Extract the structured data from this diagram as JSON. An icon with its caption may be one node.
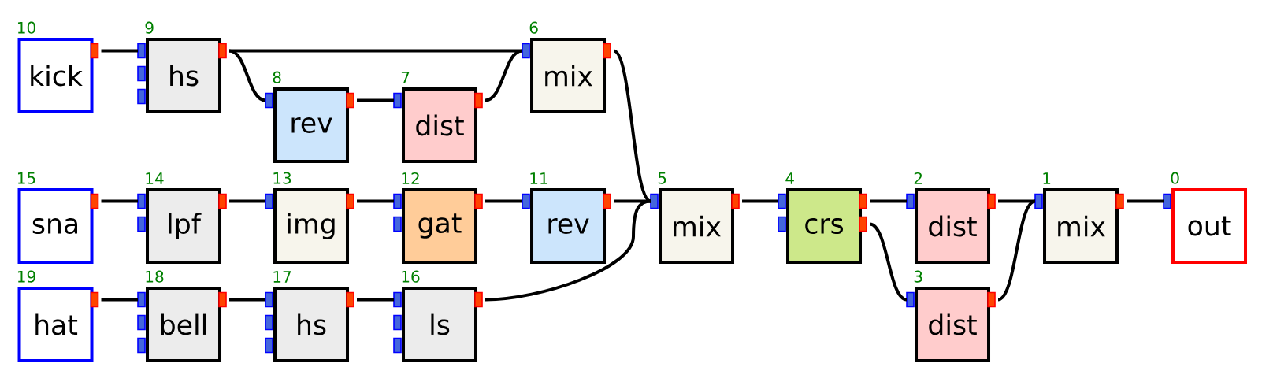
{
  "diagram": {
    "nodes": [
      {
        "text": [
          "out"
        ],
        "beside": [
          "0"
        ]
      },
      {
        "text": [
          "mix"
        ],
        "beside": [
          "1"
        ]
      },
      {
        "text": [
          "dist"
        ],
        "beside": [
          "2"
        ]
      },
      {
        "text": [
          "dist"
        ],
        "beside": [
          "3"
        ]
      },
      {
        "text": [
          "crs"
        ],
        "beside": [
          "4"
        ]
      },
      {
        "text": [
          "mix"
        ],
        "beside": [
          "5"
        ]
      },
      {
        "text": [
          "mix"
        ],
        "beside": [
          "6"
        ]
      },
      {
        "text": [
          "dist"
        ],
        "beside": [
          "7"
        ]
      },
      {
        "text": [
          "rev"
        ],
        "beside": [
          "8"
        ]
      },
      {
        "text": [
          "hs"
        ],
        "beside": [
          "9"
        ]
      },
      {
        "text": [
          "kick"
        ],
        "beside": [
          "10"
        ]
      },
      {
        "text": [
          "rev"
        ],
        "beside": [
          "11"
        ]
      },
      {
        "text": [
          "gat"
        ],
        "beside": [
          "12"
        ]
      },
      {
        "text": [
          "img"
        ],
        "beside": [
          "13"
        ]
      },
      {
        "text": [
          "lpf"
        ],
        "beside": [
          "14"
        ]
      },
      {
        "text": [
          "sna"
        ],
        "beside": [
          "15"
        ]
      },
      {
        "text": [
          "ls"
        ],
        "beside": [
          "16"
        ]
      },
      {
        "text": [
          "hs"
        ],
        "beside": [
          "17"
        ]
      },
      {
        "text": [
          "bell"
        ],
        "beside": [
          "18"
        ]
      },
      {
        "text": [
          "hat"
        ],
        "beside": [
          "19"
        ]
      }
    ],
    "edges": [
      {
        "from": 10,
        "to": 9,
        "arrow": "none"
      },
      {
        "from": 9,
        "to": 6,
        "arrow": "none"
      },
      {
        "from": 9,
        "to": 8,
        "arrow": "none"
      },
      {
        "from": 8,
        "to": 7,
        "arrow": "none"
      },
      {
        "from": 7,
        "to": 6,
        "arrow": "none"
      },
      {
        "from": 6,
        "to": 5,
        "arrow": "none"
      },
      {
        "from": 15,
        "to": 14,
        "arrow": "none"
      },
      {
        "from": 14,
        "to": 13,
        "arrow": "none"
      },
      {
        "from": 13,
        "to": 12,
        "arrow": "none"
      },
      {
        "from": 12,
        "to": 11,
        "arrow": "none"
      },
      {
        "from": 11,
        "to": 5,
        "arrow": "none"
      },
      {
        "from": 16,
        "to": 5,
        "arrow": "none"
      },
      {
        "from": 19,
        "to": 18,
        "arrow": "none"
      },
      {
        "from": 18,
        "to": 17,
        "arrow": "none"
      },
      {
        "from": 17,
        "to": 16,
        "arrow": "none"
      },
      {
        "from": 5,
        "to": 4,
        "arrow": "none"
      },
      {
        "from": 4,
        "to": 2,
        "arrow": "none"
      },
      {
        "from": 4,
        "to": 3,
        "arrow": "none"
      },
      {
        "from": 2,
        "to": 1,
        "arrow": "none"
      },
      {
        "from": 3,
        "to": 1,
        "arrow": "none"
      },
      {
        "from": 1,
        "to": 0,
        "arrow": "none"
      }
    ]
  }
}
